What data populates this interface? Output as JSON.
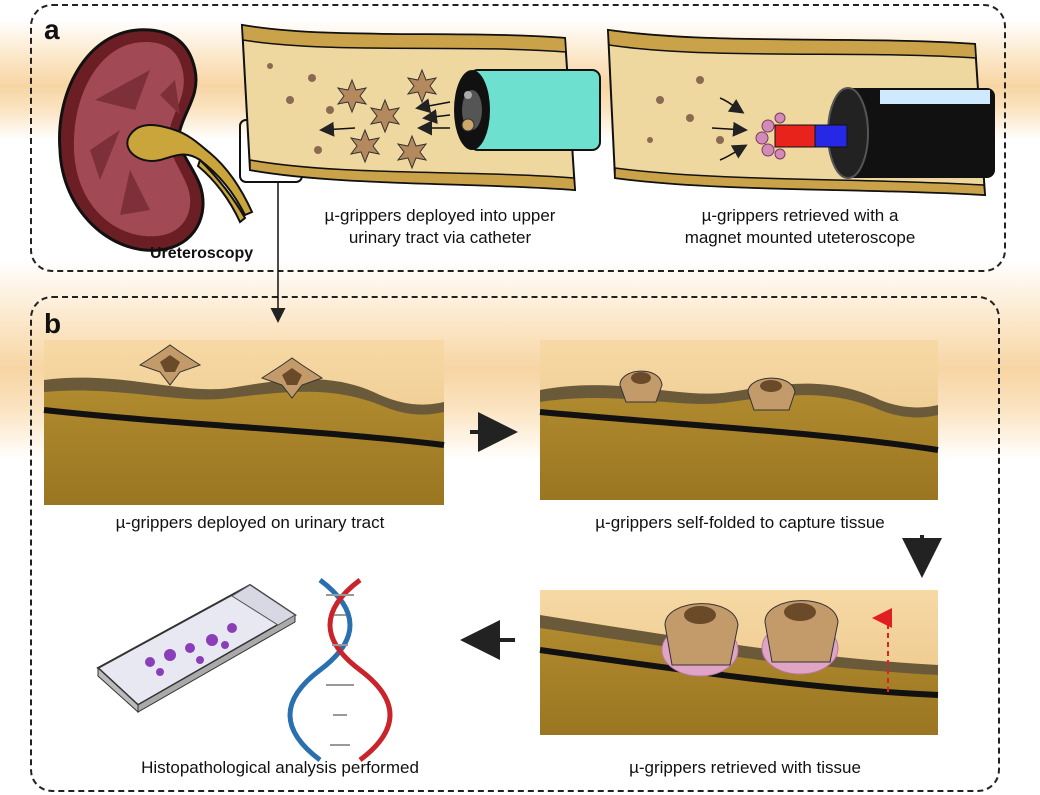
{
  "panel_a": {
    "letter": "a",
    "kidney_label": "Ureteroscopy",
    "caption_deploy_line1": "µ-grippers deployed into upper",
    "caption_deploy_line2": "urinary tract via catheter",
    "caption_retrieve_line1": "µ-grippers retrieved with a",
    "caption_retrieve_line2": "magnet mounted uteteroscope"
  },
  "panel_b": {
    "letter": "b",
    "caption_step1": "µ-grippers deployed on urinary tract",
    "caption_step2": "µ-grippers self-folded to capture tissue",
    "caption_step3": "µ-grippers retrieved with tissue",
    "caption_step4": "Histopathological analysis performed"
  },
  "colors": {
    "tract_wall": "#c8a24a",
    "tract_dark": "#8a6a20",
    "tissue_tan": "#e6c98a",
    "catheter_cyan": "#6ee0cf",
    "magnet_red": "#e8231c",
    "magnet_blue": "#2727e6",
    "dna_red": "#c8242a",
    "dna_blue": "#2a6fb0",
    "arrow_red": "#e02020"
  }
}
